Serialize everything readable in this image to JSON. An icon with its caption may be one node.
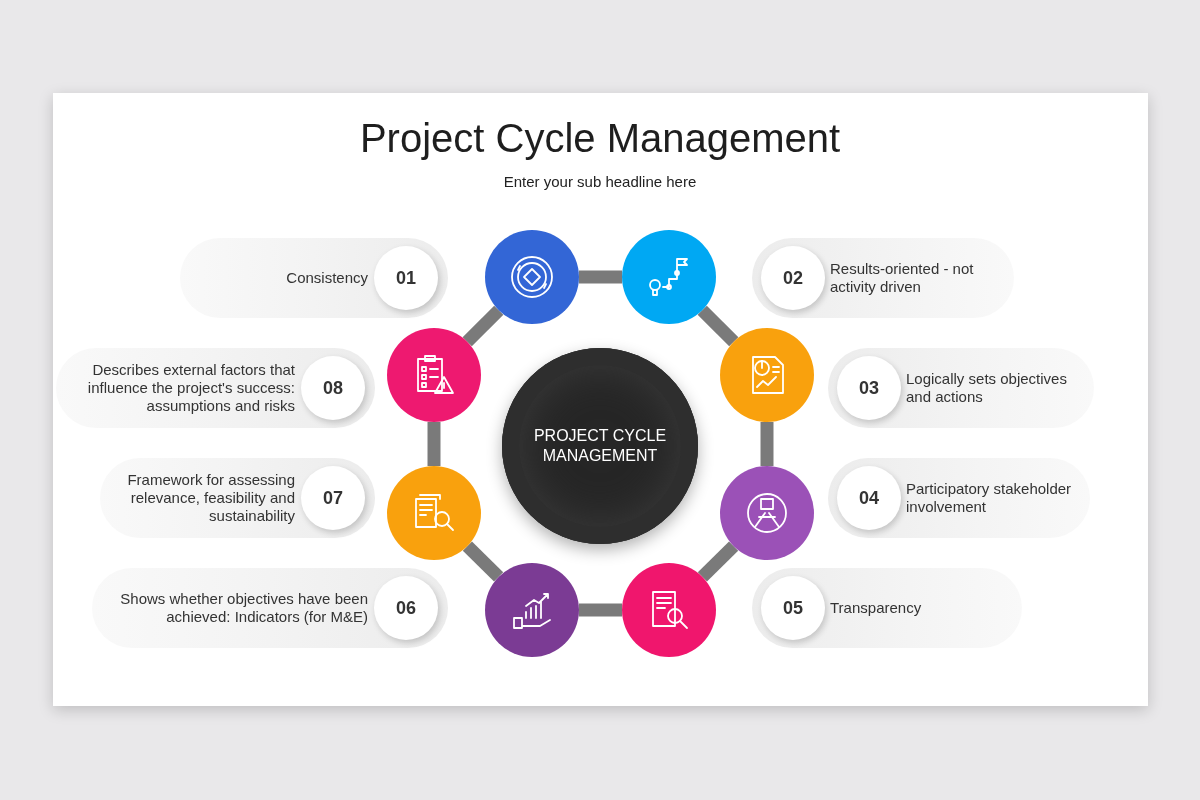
{
  "diagram": {
    "title": "Project Cycle Management",
    "nodes": [
      {
        "text": [
          "PROJECT CYCLE MANAGEMENT"
        ]
      },
      {
        "text": [],
        "shape": "circle"
      },
      {
        "text": [],
        "shape": "circle"
      },
      {
        "text": [],
        "shape": "circle"
      },
      {
        "text": [],
        "shape": "circle"
      },
      {
        "text": [],
        "shape": "circle"
      },
      {
        "text": [],
        "shape": "circle"
      },
      {
        "text": [],
        "shape": "circle"
      },
      {
        "text": [],
        "shape": "circle"
      },
      {
        "text": [
          "Consistency",
          "01"
        ]
      },
      {
        "text": [
          "02",
          "Results-oriented  - not activity driven"
        ]
      },
      {
        "text": [
          "03",
          "Logically sets objectives and actions"
        ]
      },
      {
        "text": [
          "04",
          "Participatory stakeholder involvement"
        ]
      },
      {
        "text": [
          "05",
          "Transparency"
        ]
      },
      {
        "text": [
          "Shows whether objectives have been achieved: Indicators (for M&E)",
          "06"
        ]
      },
      {
        "text": [
          "Framework for assessing relevance, feasibility and sustainability",
          "07"
        ]
      },
      {
        "text": [
          "Describes external factors that influence the project's success: assumptions and risks",
          "08"
        ]
      }
    ],
    "edges": [
      {
        "from": 1,
        "to": 2,
        "arrow": "none"
      },
      {
        "from": 2,
        "to": 3,
        "arrow": "none"
      },
      {
        "from": 3,
        "to": 4,
        "arrow": "none"
      },
      {
        "from": 4,
        "to": 5,
        "arrow": "none"
      },
      {
        "from": 5,
        "to": 6,
        "arrow": "none"
      },
      {
        "from": 6,
        "to": 7,
        "arrow": "none"
      },
      {
        "from": 7,
        "to": 8,
        "arrow": "none"
      },
      {
        "from": 8,
        "to": 1,
        "arrow": "none"
      }
    ],
    "labels": [
      "Enter your sub headline here"
    ]
  }
}
